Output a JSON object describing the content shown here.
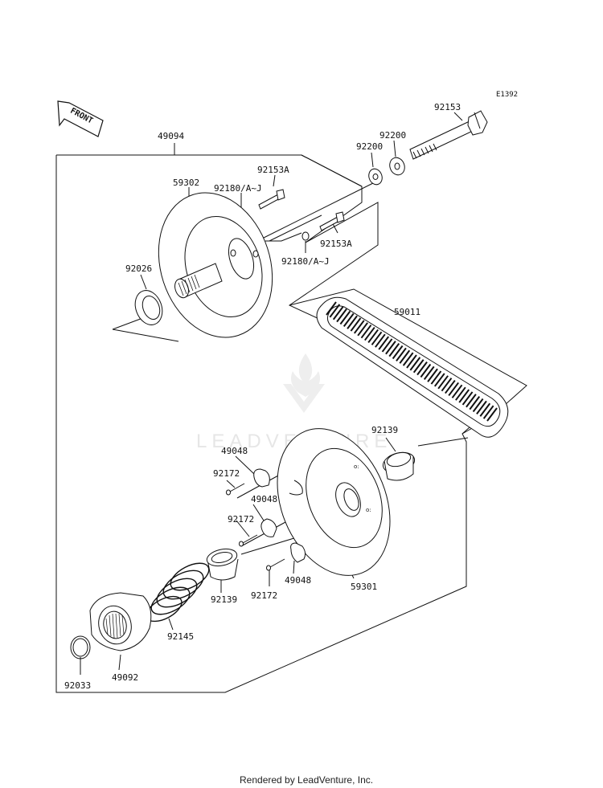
{
  "diagram": {
    "ref_code": "E1392",
    "front_label": "FRONT",
    "watermark": "LEADVENTURE",
    "footer": "Rendered by LeadVenture, Inc."
  },
  "callouts": {
    "p49094": "49094",
    "p92153": "92153",
    "p92200_a": "92200",
    "p92200_b": "92200",
    "p92153A_a": "92153A",
    "p59302": "59302",
    "p92180_a": "92180/A~J",
    "p92153A_b": "92153A",
    "p92180_b": "92180/A~J",
    "p92026": "92026",
    "p59011": "59011",
    "p92139_a": "92139",
    "p49048_a": "49048",
    "p92172_a": "92172",
    "p49048_b": "49048",
    "p92172_b": "92172",
    "p49048_c": "49048",
    "p92172_c": "92172",
    "p59301": "59301",
    "p92139_b": "92139",
    "p92145": "92145",
    "p49092": "49092",
    "p92033": "92033"
  }
}
